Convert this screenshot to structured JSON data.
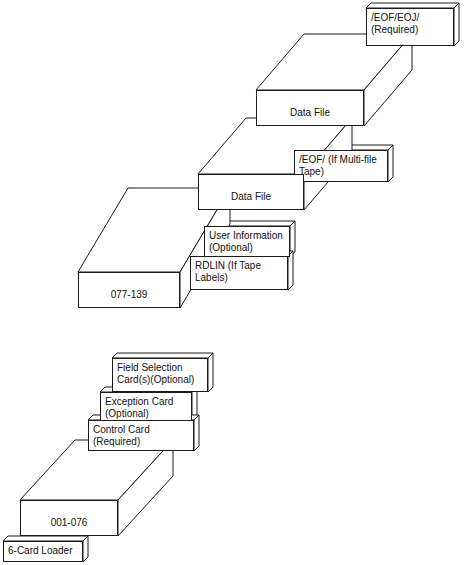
{
  "diagram": {
    "nodes": [
      {
        "text": [
          "/EOF/EOJ/ (Required)"
        ]
      },
      {
        "text": [
          "Data File"
        ]
      },
      {
        "text": [
          "/EOF/ (If Multi-file Tape)"
        ]
      },
      {
        "text": [
          "Data File"
        ]
      },
      {
        "text": [
          "User Information (Optional)"
        ]
      },
      {
        "text": [
          "RDLIN (If Tape Labels)"
        ]
      },
      {
        "text": [
          "077-139"
        ]
      },
      {
        "text": [
          "Field Selection Card(s)(Optional)"
        ]
      },
      {
        "text": [
          "Exception Card (Optional)"
        ]
      },
      {
        "text": [
          "Control Card (Required)"
        ]
      },
      {
        "text": [
          "001-076"
        ]
      },
      {
        "text": [
          "6-Card Loader"
        ]
      }
    ]
  }
}
